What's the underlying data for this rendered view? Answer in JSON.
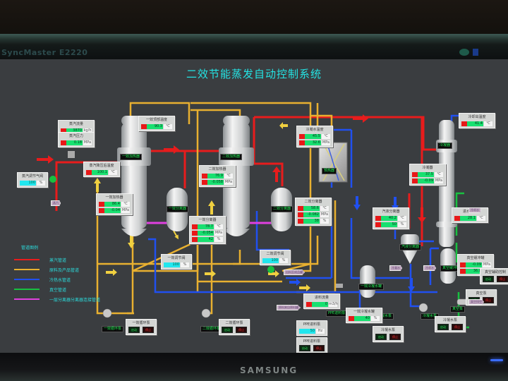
{
  "window": {
    "title": "二效节能蒸发自动控制系统",
    "monitor_model": "SyncMaster E2220",
    "monitor_brand": "SAMSUNG"
  },
  "legend": {
    "title": "管道图例",
    "items": [
      {
        "label": "蒸汽管道",
        "color": "#e81c1c"
      },
      {
        "label": "原料及产品管道",
        "color": "#e8b030"
      },
      {
        "label": "冷热水管道",
        "color": "#2050f0"
      },
      {
        "label": "真空管道",
        "color": "#18c040"
      },
      {
        "label": "一层分离器分离器连接管道",
        "color": "#e040e0"
      }
    ]
  },
  "colors": {
    "steam": "#e81c1c",
    "feed": "#e8b030",
    "water": "#2050f0",
    "vacuum": "#18c040",
    "link": "#e040e0",
    "title": "#24e4e4"
  },
  "panels": {
    "steam_flow": {
      "title": "蒸汽流量",
      "rows": [
        {
          "value": "3870",
          "unit": "kg/h"
        }
      ]
    },
    "steam_pressure": {
      "title": "蒸汽压力",
      "rows": [
        {
          "value": "0.18",
          "unit": "MPa"
        }
      ]
    },
    "steam_valve": {
      "title": "蒸汽调节气阀",
      "rows": [
        {
          "value": "100",
          "unit": "%",
          "cyan": true
        }
      ]
    },
    "steam_reduced_temp": {
      "title": "蒸汽降压后温度",
      "rows": [
        {
          "value": "100.1",
          "unit": "℃"
        }
      ]
    },
    "first_eff_heater": {
      "title": "一效加热器",
      "rows": [
        {
          "value": "86.4",
          "unit": "℃"
        },
        {
          "value": "-0.04",
          "unit": "MPa"
        }
      ]
    },
    "first_top_temp": {
      "title": "一效顶部温度",
      "rows": [
        {
          "value": "90.3",
          "unit": "℃"
        }
      ]
    },
    "first_separator": {
      "title": "一效分离器",
      "rows": [
        {
          "value": "78.7",
          "unit": "℃"
        },
        {
          "value": "-0.054",
          "unit": "MPa"
        },
        {
          "value": "42",
          "unit": "%"
        }
      ]
    },
    "second_eff_heater": {
      "title": "二效加热器",
      "rows": [
        {
          "value": "76.9",
          "unit": "℃"
        },
        {
          "value": "-0.058",
          "unit": "MPa"
        }
      ]
    },
    "second_separator": {
      "title": "二效分离器",
      "rows": [
        {
          "value": "58.6",
          "unit": "℃"
        },
        {
          "value": "-0.082",
          "unit": "MPa"
        },
        {
          "value": "38",
          "unit": "%"
        }
      ]
    },
    "cond_water": {
      "title": "冷凝水温度",
      "rows": [
        {
          "value": "45.5",
          "unit": "℃"
        },
        {
          "value": "32.6",
          "unit": "MPa"
        }
      ]
    },
    "condenser_out": {
      "title": "冷却出温度",
      "rows": [
        {
          "value": "41.4",
          "unit": "℃"
        }
      ]
    },
    "condenser": {
      "title": "冷凝器",
      "rows": [
        {
          "value": "37.5",
          "unit": "℃"
        },
        {
          "value": "-0.09",
          "unit": "MPa"
        }
      ]
    },
    "vapor_separator": {
      "title": "汽液分离器",
      "rows": [
        {
          "value": "40.2",
          "unit": "℃"
        },
        {
          "value": "50",
          "unit": "%"
        }
      ]
    },
    "gas_temp": {
      "title": "进水温度",
      "rows": [
        {
          "value": "28.1",
          "unit": "℃"
        }
      ]
    },
    "vacuum_buffer": {
      "title": "真空缓冲罐",
      "rows": [
        {
          "value": "-0.09",
          "unit": "MPa"
        },
        {
          "value": "36.8",
          "unit": "℃"
        }
      ]
    },
    "first_regulator": {
      "title": "一效调节阀",
      "rows": [
        {
          "value": "100",
          "unit": "%",
          "cyan": true
        }
      ]
    },
    "second_regulator": {
      "title": "二效调节阀",
      "rows": [
        {
          "value": "100",
          "unit": "%",
          "cyan": true
        }
      ]
    },
    "feed_flow": {
      "title": "进料流量",
      "rows": [
        {
          "value": "0",
          "unit": "m3/h"
        }
      ]
    },
    "first_cond_tank": {
      "title": "一效冷凝水罐",
      "rows": [
        {
          "value": "40",
          "unit": "%"
        }
      ]
    },
    "feed_pump_freq": {
      "title": "PPE进料泵",
      "rows": [
        {
          "value": "50",
          "unit": "Hz",
          "cyan": true
        }
      ]
    }
  },
  "equipment": {
    "first_effect_heater": "一效加热器",
    "second_effect_heater": "二效加热器",
    "first_separator": "一效分离器",
    "second_separator": "二效分离器",
    "preheater": "预热器",
    "condenser": "冷凝器",
    "vapor_separator": "汽液分离器",
    "cond_tank": "一效冷凝水罐",
    "vacuum_tank": "真空缓冲罐",
    "first_pump": "一效循环泵",
    "second_pump": "二效循环泵",
    "feed_pump": "PPE进料泵",
    "cond_pump": "冷凝水泵",
    "water_pump": "冷凝水泵",
    "vacuum_pump": "真空泵"
  },
  "motor_panels": {
    "first_pump": {
      "title": "一效循环泵",
      "start": "启动",
      "stop": "停止"
    },
    "second_pump": {
      "title": "二效循环泵",
      "start": "启动",
      "stop": "停止"
    },
    "feed_pump": {
      "title": "PPE进料泵",
      "start": "启动",
      "stop": "停止"
    },
    "cond_pump": {
      "title": "冷凝水泵",
      "start": "启动",
      "stop": "停止"
    },
    "water_pump": {
      "title": "冷凝水泵",
      "start": "启动",
      "stop": "停止"
    },
    "vacuum_pump": {
      "title": "真空泵",
      "start": "启动",
      "stop": "停止"
    },
    "vacuum_aux": {
      "title": "真空辅助控制",
      "start": "启动",
      "stop": "停止"
    }
  },
  "outlets": {
    "steam_in": "蒸汽",
    "product_out": "出料至成品罐",
    "feed_in": "原料来自原料罐",
    "cond_out": "冷凝水",
    "water_out": "冷却水",
    "cooling_in": "冷却水",
    "vent": "真空排空"
  }
}
